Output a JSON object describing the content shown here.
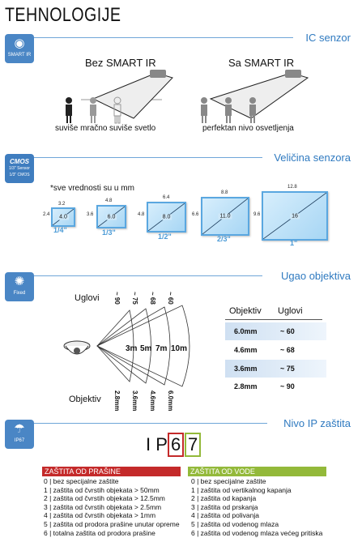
{
  "page_title": "TEHNOLOGIJE",
  "sections": {
    "ir": {
      "title": "IC senzor",
      "icon_label": "SMART IR",
      "left_heading": "Bez SMART IR",
      "right_heading": "Sa SMART IR",
      "left_cap1": "suviše mračno",
      "left_cap2": "suviše svetlo",
      "right_cap": "perfektan nivo osvetljenja"
    },
    "sensor": {
      "title": "Veličina senzora",
      "icon_top": "CMOS",
      "icon_mid": "1/3\" Sensor",
      "icon_bottom": "1/3\" CMOS",
      "note": "*sve vrednosti su u mm",
      "sizes": [
        {
          "label": "1/4\"",
          "w": "3.2",
          "h": "2.4",
          "d": "4.0"
        },
        {
          "label": "1/3\"",
          "w": "4.8",
          "h": "3.6",
          "d": "6.0"
        },
        {
          "label": "1/2\"",
          "w": "6.4",
          "h": "4.8",
          "d": "8.0"
        },
        {
          "label": "2/3\"",
          "w": "8.8",
          "h": "6.6",
          "d": "11.0"
        },
        {
          "label": "1\"",
          "w": "12.8",
          "h": "9.6",
          "d": "16"
        }
      ]
    },
    "lens": {
      "title": "Ugao objektiva",
      "icon_label": "Fixed",
      "angles_label": "Uglovi",
      "lens_label": "Objektiv",
      "top_angles": [
        "~ 90",
        "~ 75",
        "~ 68",
        "~ 60"
      ],
      "distances": [
        "3m",
        "5m",
        "7m",
        "10m"
      ],
      "bottom_lenses": [
        "2.8mm",
        "3.6mm",
        "4.6mm",
        "6.0mm"
      ],
      "table_head_lens": "Objektiv",
      "table_head_angle": "Uglovi",
      "rows": [
        {
          "lens": "6.0mm",
          "angle": "~ 60"
        },
        {
          "lens": "4.6mm",
          "angle": "~ 68"
        },
        {
          "lens": "3.6mm",
          "angle": "~ 75"
        },
        {
          "lens": "2.8mm",
          "angle": "~ 90"
        }
      ]
    },
    "ip": {
      "title": "Nivo IP zaštita",
      "icon_label": "IP67",
      "code_ip": "I P",
      "code_6": "6",
      "code_7": "7",
      "dust_head": "ZAŠTITA OD PRAŠINE",
      "water_head": "ZAŠTITA OD VODE",
      "dust": [
        "0 | bez specijalne zaštite",
        "1 | zaštita od čvrstih objekata > 50mm",
        "2 | zaštita od čvrstih objekata > 12.5mm",
        "3 | zaštita od čvrstih objekata > 2.5mm",
        "4 | zaštita od čvrstih objekata > 1mm",
        "5 | zaštita od prodora prašine unutar opreme",
        "6 | totalna zaštita od prodora prašine"
      ],
      "water": [
        "0 | bez specijalne zaštite",
        "1 | zaštita od vertikalnog kapanja",
        "2 | zaštita od kapanja",
        "3 | zaštita od prskanja",
        "4 | zaštita od polivanja",
        "5 | zaštita od vodenog mlaza",
        "6 | zaštita od vodenog mlaza većeg pritiska"
      ]
    }
  },
  "colors": {
    "accent": "#2f7ac0",
    "red": "#c42a2a",
    "green": "#93b93a"
  }
}
